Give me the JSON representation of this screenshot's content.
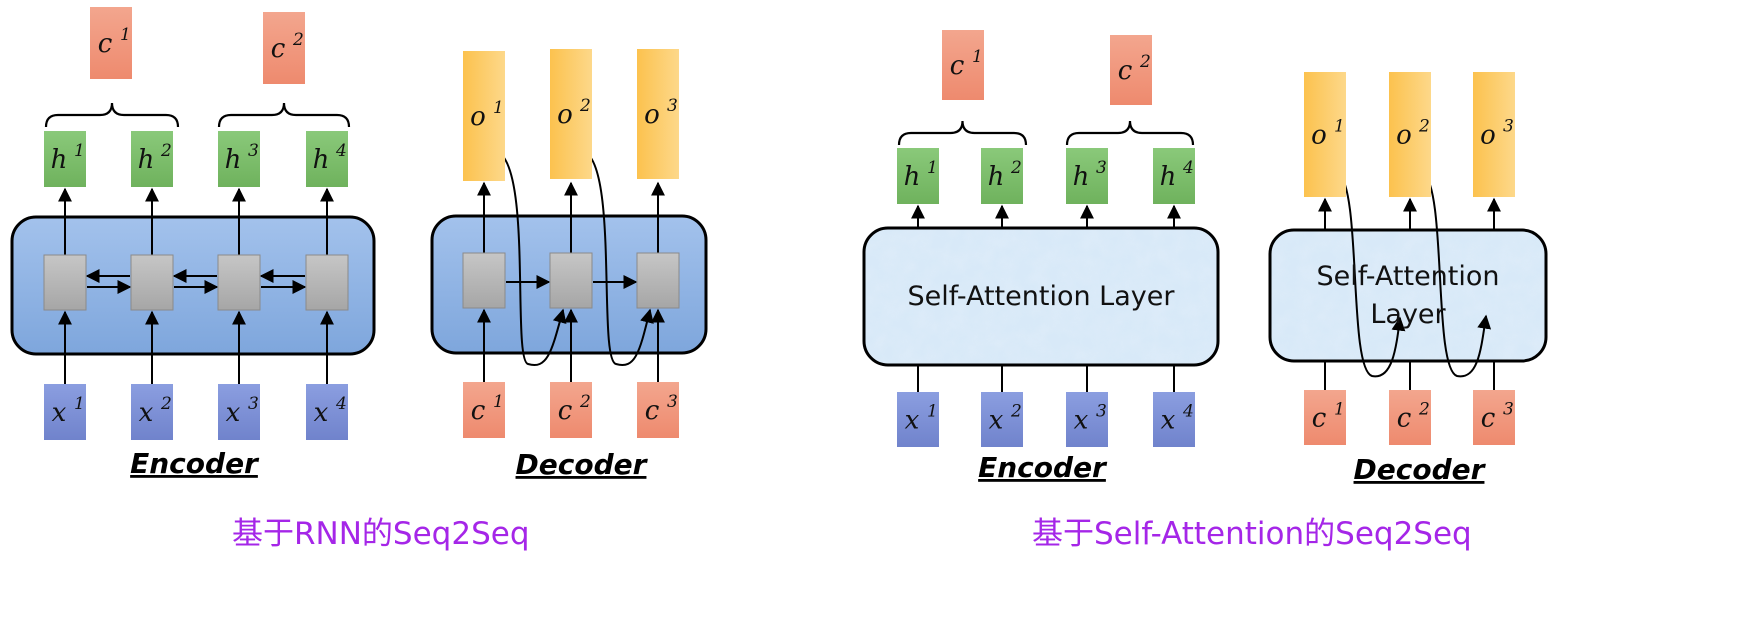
{
  "rnn": {
    "contexts": [
      {
        "base": "c",
        "sup": "1"
      },
      {
        "base": "c",
        "sup": "2"
      }
    ],
    "hidden": [
      {
        "base": "h",
        "sup": "1"
      },
      {
        "base": "h",
        "sup": "2"
      },
      {
        "base": "h",
        "sup": "3"
      },
      {
        "base": "h",
        "sup": "4"
      }
    ],
    "inputs": [
      {
        "base": "x",
        "sup": "1"
      },
      {
        "base": "x",
        "sup": "2"
      },
      {
        "base": "x",
        "sup": "3"
      },
      {
        "base": "x",
        "sup": "4"
      }
    ],
    "outputs": [
      {
        "base": "o",
        "sup": "1"
      },
      {
        "base": "o",
        "sup": "2"
      },
      {
        "base": "o",
        "sup": "3"
      }
    ],
    "dec_inputs": [
      {
        "base": "c",
        "sup": "1"
      },
      {
        "base": "c",
        "sup": "2"
      },
      {
        "base": "c",
        "sup": "3"
      }
    ],
    "encoder_title": "Encoder",
    "decoder_title": "Decoder",
    "caption": "基于RNN的Seq2Seq"
  },
  "sa": {
    "contexts": [
      {
        "base": "c",
        "sup": "1"
      },
      {
        "base": "c",
        "sup": "2"
      }
    ],
    "hidden": [
      {
        "base": "h",
        "sup": "1"
      },
      {
        "base": "h",
        "sup": "2"
      },
      {
        "base": "h",
        "sup": "3"
      },
      {
        "base": "h",
        "sup": "4"
      }
    ],
    "inputs": [
      {
        "base": "x",
        "sup": "1"
      },
      {
        "base": "x",
        "sup": "2"
      },
      {
        "base": "x",
        "sup": "3"
      },
      {
        "base": "x",
        "sup": "4"
      }
    ],
    "outputs": [
      {
        "base": "o",
        "sup": "1"
      },
      {
        "base": "o",
        "sup": "2"
      },
      {
        "base": "o",
        "sup": "3"
      }
    ],
    "dec_inputs": [
      {
        "base": "c",
        "sup": "1"
      },
      {
        "base": "c",
        "sup": "2"
      },
      {
        "base": "c",
        "sup": "3"
      }
    ],
    "encoder_layer": "Self-Attention Layer",
    "decoder_layer_line1": "Self-Attention",
    "decoder_layer_line2": "Layer",
    "encoder_title": "Encoder",
    "decoder_title": "Decoder",
    "caption": "基于Self-Attention的Seq2Seq"
  },
  "colors": {
    "context_fill": "#f0937a",
    "hidden_fill": "#7dbd6c",
    "input_fill": "#7d8fd5",
    "output_fill": "#fbc663",
    "rnn_block_fill": "#92b4e3",
    "cell_fill": "#b7b7b7",
    "sa_block_fill": "#d7e8f8",
    "caption": "#a526e8"
  }
}
